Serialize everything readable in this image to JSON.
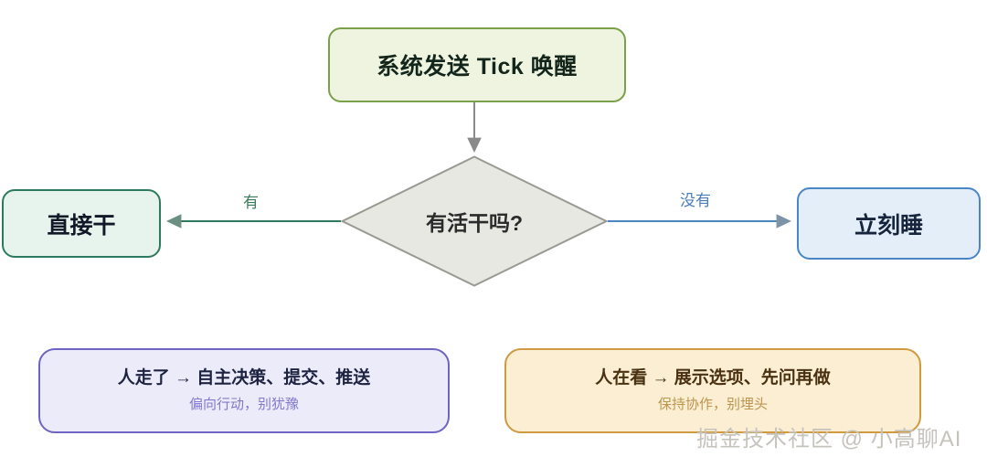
{
  "diagram": {
    "type": "flowchart",
    "background_color": "#ffffff",
    "nodes": {
      "start": {
        "label": "系统发送 Tick 唤醒",
        "shape": "rounded-rect",
        "fill": "#eef4e0",
        "border": "#7aa049"
      },
      "decision": {
        "label": "有活干吗?",
        "shape": "diamond",
        "fill": "#e8e8e3",
        "border": "#9a9a93"
      },
      "left_result": {
        "label": "直接干",
        "shape": "rounded-rect",
        "fill": "#e7f4ed",
        "border": "#2f7a5e"
      },
      "right_result": {
        "label": "立刻睡",
        "shape": "rounded-rect",
        "fill": "#e3eef9",
        "border": "#4b86c4"
      }
    },
    "edges": {
      "start_to_decision": {
        "label": "",
        "color": "#8a8a8a",
        "direction": "down"
      },
      "decision_to_left": {
        "label": "有",
        "color": "#2f7a5e",
        "label_color": "#3b7a5d",
        "direction": "left"
      },
      "decision_to_right": {
        "label": "没有",
        "color": "#4b86c4",
        "label_color": "#4a7cb8",
        "direction": "right"
      }
    },
    "notes": [
      {
        "id": "note-purple",
        "title": "人走了 → 自主决策、提交、推送",
        "subtitle": "偏向行动，别犹豫",
        "fill": "#ecebf9",
        "border": "#6f63c4",
        "title_color": "#1d2340",
        "subtitle_color": "#8179cf"
      },
      {
        "id": "note-orange",
        "title": "人在看 → 展示选项、先问再做",
        "subtitle": "保持协作，别埋头",
        "fill": "#fbeed3",
        "border": "#cf9a40",
        "title_color": "#4a3112",
        "subtitle_color": "#bd954e"
      }
    ],
    "watermark": "掘金技术社区 @ 小高聊AI"
  }
}
